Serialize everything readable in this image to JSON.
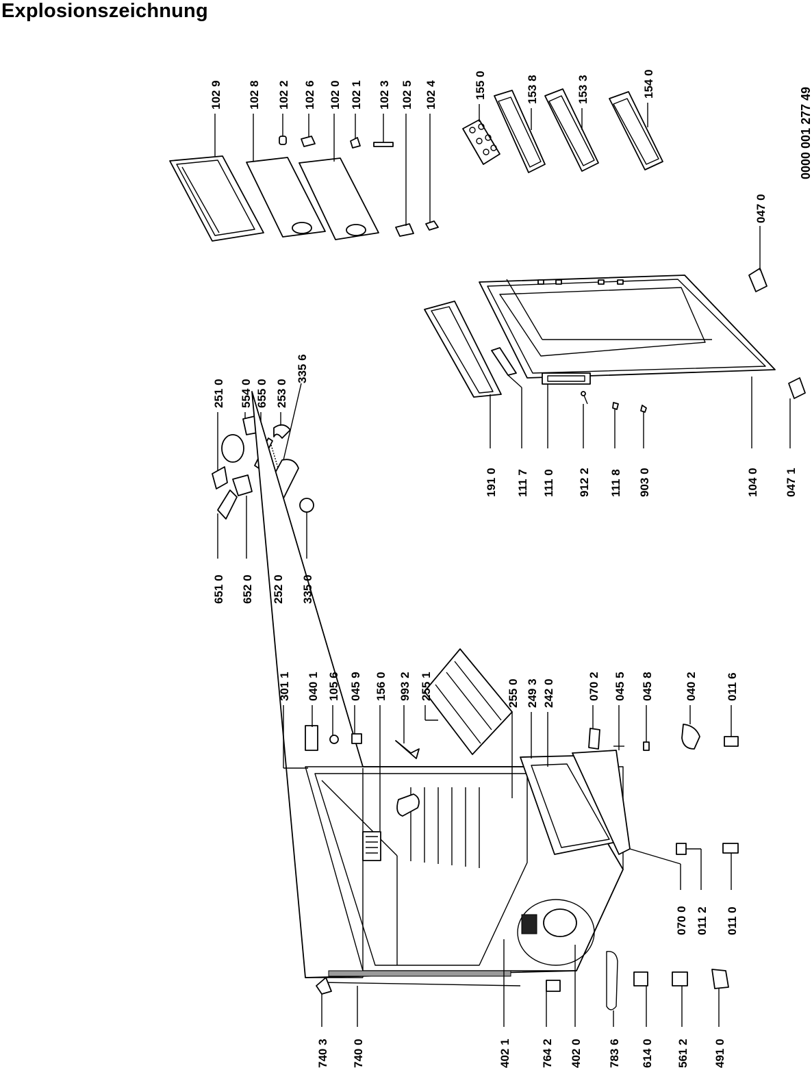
{
  "title": "Explosionszeichnung",
  "document_number": "0000 001 277 49",
  "part_labels": [
    "102 9",
    "102 8",
    "102 2",
    "102 6",
    "102 0",
    "102 1",
    "102 3",
    "102 5",
    "102 4",
    "155 0",
    "153 8",
    "153 3",
    "154 0",
    "047 0",
    "047 1",
    "191 0",
    "111 7",
    "111 0",
    "912 2",
    "111 8",
    "903 0",
    "104 0",
    "251 0",
    "554 0",
    "655 0",
    "253 0",
    "335 6",
    "651 0",
    "652 0",
    "252 0",
    "335 0",
    "301 1",
    "040 1",
    "105 6",
    "045 9",
    "156 0",
    "993 2",
    "255 1",
    "255 0",
    "249 3",
    "242 0",
    "070 2",
    "045 5",
    "045 8",
    "040 2",
    "011 6",
    "070 0",
    "011 2",
    "011 0",
    "740 3",
    "740 0",
    "402 1",
    "764 2",
    "402 0",
    "783 6",
    "614 0",
    "561 2",
    "491 0"
  ]
}
